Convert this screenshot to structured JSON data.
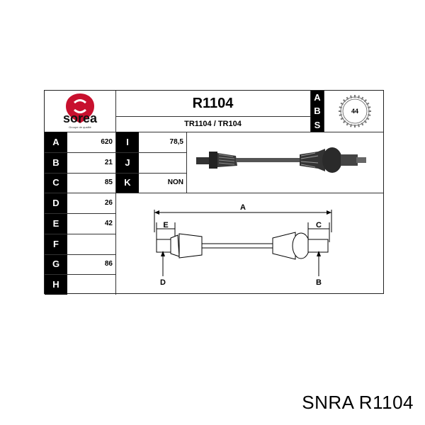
{
  "header": {
    "brand": "sorea",
    "brand_tagline": "Groupe de qualité",
    "part_number": "R1104",
    "cross_reference": "TR1104 / TR104"
  },
  "abs": {
    "letters": [
      "A",
      "B",
      "S"
    ],
    "tooth_count": "44"
  },
  "spec_rows": [
    {
      "letter": "A",
      "value": "620"
    },
    {
      "letter": "B",
      "value": "21"
    },
    {
      "letter": "C",
      "value": "85"
    },
    {
      "letter": "D",
      "value": "26"
    },
    {
      "letter": "E",
      "value": "42"
    },
    {
      "letter": "F",
      "value": ""
    },
    {
      "letter": "G",
      "value": "86"
    },
    {
      "letter": "H",
      "value": ""
    }
  ],
  "spec_extra": [
    {
      "letter": "I",
      "value": "78,5"
    },
    {
      "letter": "J",
      "value": ""
    },
    {
      "letter": "K",
      "value": "NON"
    }
  ],
  "diagram": {
    "labels": {
      "A": "A",
      "B": "B",
      "C": "C",
      "D": "D",
      "E": "E"
    }
  },
  "footer": "SNRA R1104"
}
